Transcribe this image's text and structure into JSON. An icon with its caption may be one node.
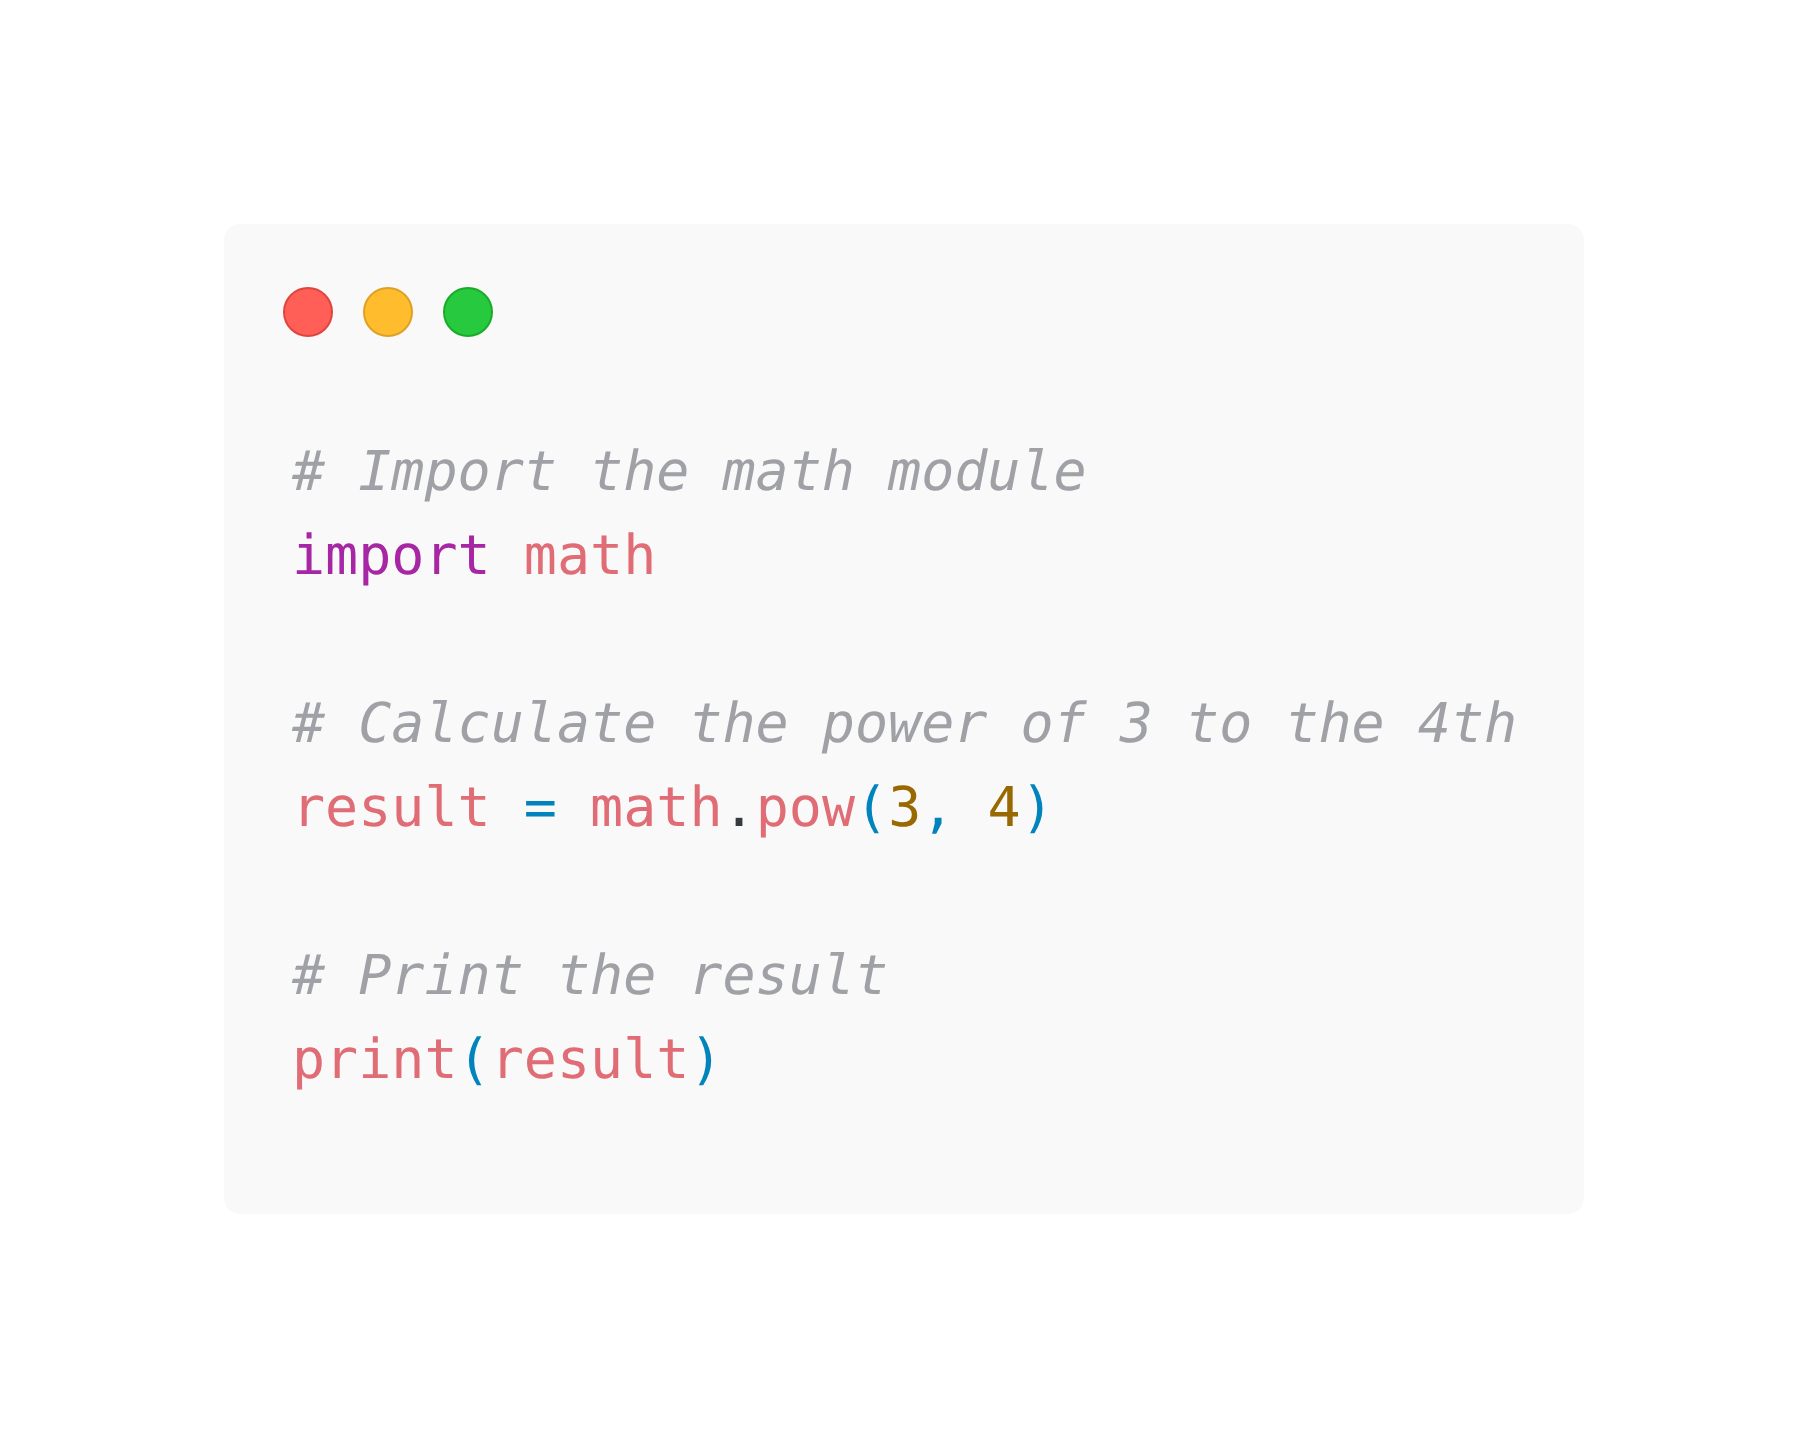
{
  "diagram": {
    "labels": [
      "# Import the math module",
      "import math",
      "# Calculate the power of 3 to the 4th",
      "result = math.pow(3, 4)",
      "# Print the result",
      "print(result)"
    ]
  }
}
